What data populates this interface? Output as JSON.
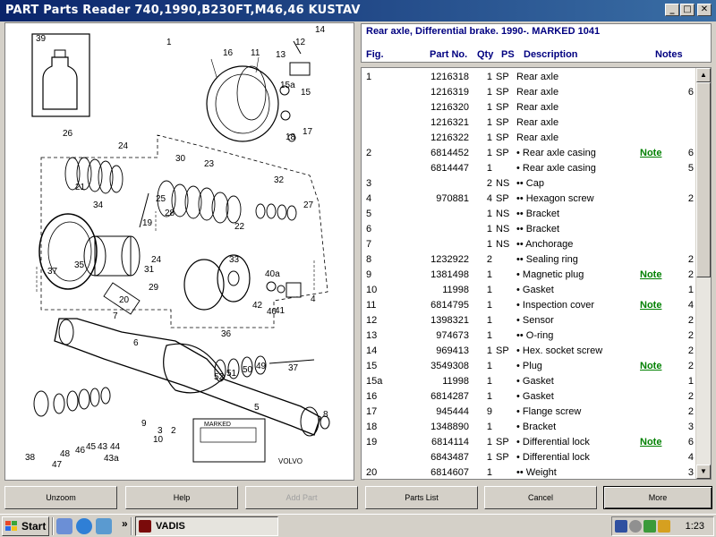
{
  "window": {
    "title": "PART Parts Reader 740,1990,B230FT,M46,46 KUSTAV",
    "min_glyph": "_",
    "max_glyph": "□",
    "close_glyph": "✕"
  },
  "header": {
    "section_title": "Rear axle, Differential brake. 1990-. MARKED 1041",
    "columns": {
      "fig": "Fig.",
      "part_no": "Part No.",
      "qty": "Qty",
      "ps": "PS",
      "description": "Description",
      "notes": "Notes"
    }
  },
  "parts": [
    {
      "fig": "1",
      "part_no": "1216318",
      "qty": "1",
      "ps": "SP",
      "desc": "Rear axle",
      "note": "",
      "notes": ""
    },
    {
      "fig": "",
      "part_no": "1216319",
      "qty": "1",
      "ps": "SP",
      "desc": "Rear axle",
      "note": "",
      "notes": "6"
    },
    {
      "fig": "",
      "part_no": "1216320",
      "qty": "1",
      "ps": "SP",
      "desc": "Rear axle",
      "note": "",
      "notes": ""
    },
    {
      "fig": "",
      "part_no": "1216321",
      "qty": "1",
      "ps": "SP",
      "desc": "Rear axle",
      "note": "",
      "notes": ""
    },
    {
      "fig": "",
      "part_no": "1216322",
      "qty": "1",
      "ps": "SP",
      "desc": "Rear axle",
      "note": "",
      "notes": ""
    },
    {
      "fig": "2",
      "part_no": "6814452",
      "qty": "1",
      "ps": "SP",
      "desc": "• Rear axle casing",
      "note": "Note",
      "notes": "6"
    },
    {
      "fig": "",
      "part_no": "6814447",
      "qty": "1",
      "ps": "",
      "desc": "• Rear axle casing",
      "note": "",
      "notes": "5"
    },
    {
      "fig": "3",
      "part_no": "",
      "qty": "2",
      "ps": "NS",
      "desc": "•• Cap",
      "note": "",
      "notes": ""
    },
    {
      "fig": "4",
      "part_no": "970881",
      "qty": "4",
      "ps": "SP",
      "desc": "•• Hexagon screw",
      "note": "",
      "notes": "2"
    },
    {
      "fig": "5",
      "part_no": "",
      "qty": "1",
      "ps": "NS",
      "desc": "•• Bracket",
      "note": "",
      "notes": ""
    },
    {
      "fig": "6",
      "part_no": "",
      "qty": "1",
      "ps": "NS",
      "desc": "•• Bracket",
      "note": "",
      "notes": ""
    },
    {
      "fig": "7",
      "part_no": "",
      "qty": "1",
      "ps": "NS",
      "desc": "•• Anchorage",
      "note": "",
      "notes": ""
    },
    {
      "fig": "8",
      "part_no": "1232922",
      "qty": "2",
      "ps": "",
      "desc": "•• Sealing ring",
      "note": "",
      "notes": "2"
    },
    {
      "fig": "9",
      "part_no": "1381498",
      "qty": "1",
      "ps": "",
      "desc": "• Magnetic plug",
      "note": "Note",
      "notes": "2"
    },
    {
      "fig": "10",
      "part_no": "11998",
      "qty": "1",
      "ps": "",
      "desc": "• Gasket",
      "note": "",
      "notes": "1"
    },
    {
      "fig": "11",
      "part_no": "6814795",
      "qty": "1",
      "ps": "",
      "desc": "• Inspection cover",
      "note": "Note",
      "notes": "4"
    },
    {
      "fig": "12",
      "part_no": "1398321",
      "qty": "1",
      "ps": "",
      "desc": "• Sensor",
      "note": "",
      "notes": "2"
    },
    {
      "fig": "13",
      "part_no": "974673",
      "qty": "1",
      "ps": "",
      "desc": "•• O-ring",
      "note": "",
      "notes": "2"
    },
    {
      "fig": "14",
      "part_no": "969413",
      "qty": "1",
      "ps": "SP",
      "desc": "• Hex. socket screw",
      "note": "",
      "notes": "2"
    },
    {
      "fig": "15",
      "part_no": "3549308",
      "qty": "1",
      "ps": "",
      "desc": "• Plug",
      "note": "Note",
      "notes": "2"
    },
    {
      "fig": "15a",
      "part_no": "11998",
      "qty": "1",
      "ps": "",
      "desc": "• Gasket",
      "note": "",
      "notes": "1"
    },
    {
      "fig": "16",
      "part_no": "6814287",
      "qty": "1",
      "ps": "",
      "desc": "• Gasket",
      "note": "",
      "notes": "2"
    },
    {
      "fig": "17",
      "part_no": "945444",
      "qty": "9",
      "ps": "",
      "desc": "• Flange screw",
      "note": "",
      "notes": "2"
    },
    {
      "fig": "18",
      "part_no": "1348890",
      "qty": "1",
      "ps": "",
      "desc": "• Bracket",
      "note": "",
      "notes": "3"
    },
    {
      "fig": "19",
      "part_no": "6814114",
      "qty": "1",
      "ps": "SP",
      "desc": "• Differential lock",
      "note": "Note",
      "notes": "6"
    },
    {
      "fig": "",
      "part_no": "6843487",
      "qty": "1",
      "ps": "SP",
      "desc": "• Differential lock",
      "note": "",
      "notes": "4"
    },
    {
      "fig": "20",
      "part_no": "6814607",
      "qty": "1",
      "ps": "",
      "desc": "•• Weight",
      "note": "",
      "notes": "3"
    }
  ],
  "buttons": {
    "unzoom": "Unzoom",
    "help": "Help",
    "add_part": "Add Part",
    "parts_list": "Parts List",
    "cancel": "Cancel",
    "more": "More"
  },
  "diagram": {
    "labels": [
      "39",
      "1",
      "16",
      "11",
      "12",
      "14",
      "13",
      "15a",
      "15",
      "18",
      "17",
      "26",
      "24",
      "25",
      "30",
      "23",
      "21",
      "34",
      "19",
      "28",
      "22",
      "32",
      "27",
      "37",
      "35",
      "33",
      "31",
      "24",
      "29",
      "20",
      "40a",
      "4",
      "42",
      "40",
      "41",
      "36",
      "7",
      "6",
      "52",
      "51",
      "50",
      "49",
      "37",
      "2",
      "3",
      "5",
      "8",
      "9",
      "10",
      "38",
      "48",
      "46",
      "45",
      "43",
      "44",
      "43a",
      "47"
    ],
    "label_marked": "MARKED",
    "brand": "VOLVO"
  },
  "taskbar": {
    "start_label": "Start",
    "chevron": "»",
    "task_label": "VADIS",
    "clock": "1:23"
  }
}
